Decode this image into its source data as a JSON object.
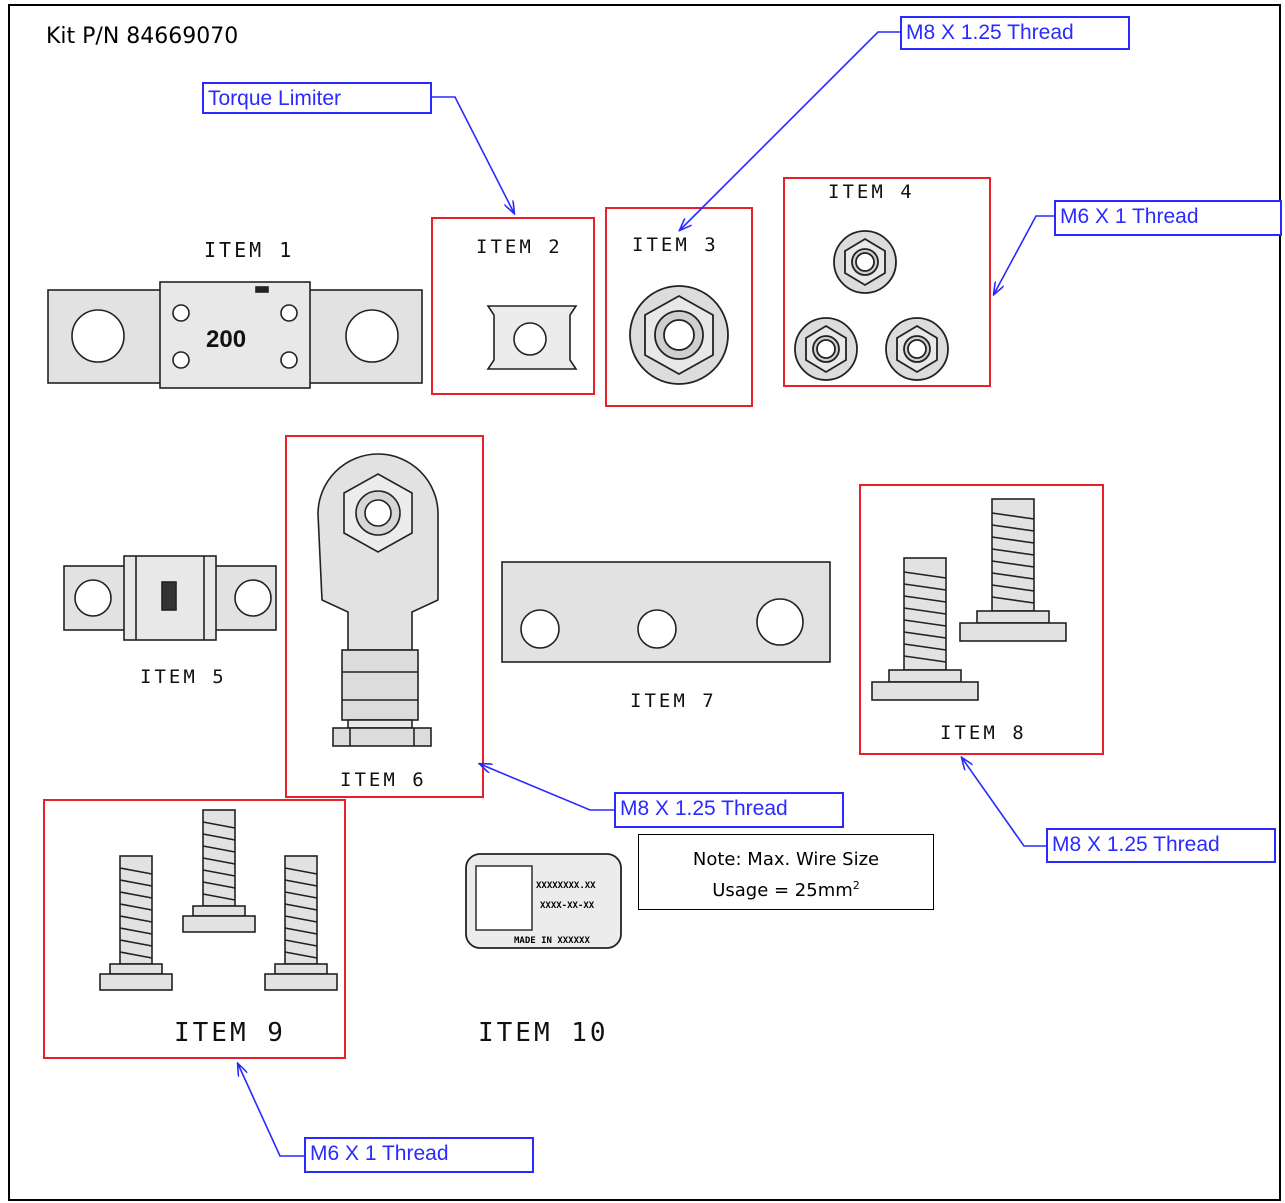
{
  "kit_label": "Kit P/N 84669070",
  "items": {
    "item1": "ITEM 1",
    "item2": "ITEM 2",
    "item3": "ITEM 3",
    "item4": "ITEM 4",
    "item5": "ITEM 5",
    "item6": "ITEM 6",
    "item7": "ITEM 7",
    "item8": "ITEM 8",
    "item9": "ITEM 9",
    "item10": "ITEM 10"
  },
  "fuse_rating": "200",
  "callouts": {
    "torque_limiter": "Torque Limiter",
    "item3_thread": "M8 X 1.25 Thread",
    "item4_thread": "M6 X 1 Thread",
    "item6_thread": "M8 X 1.25 Thread",
    "item8_thread": "M8 X 1.25 Thread",
    "item9_thread": "M6 X 1 Thread"
  },
  "note": {
    "line1": "Note:  Max. Wire Size",
    "line2_prefix": "Usage = 25mm",
    "line2_sup": "2"
  },
  "label_plate": {
    "line1": "XXXXXXXX.XX",
    "line2": "XXXX-XX-XX",
    "line3": "MADE IN XXXXXX"
  },
  "colors": {
    "callout_blue": "#2a2aff",
    "highlight_red": "#e8202a",
    "line_art": "#222222",
    "part_fill": "#e2e2e2"
  }
}
